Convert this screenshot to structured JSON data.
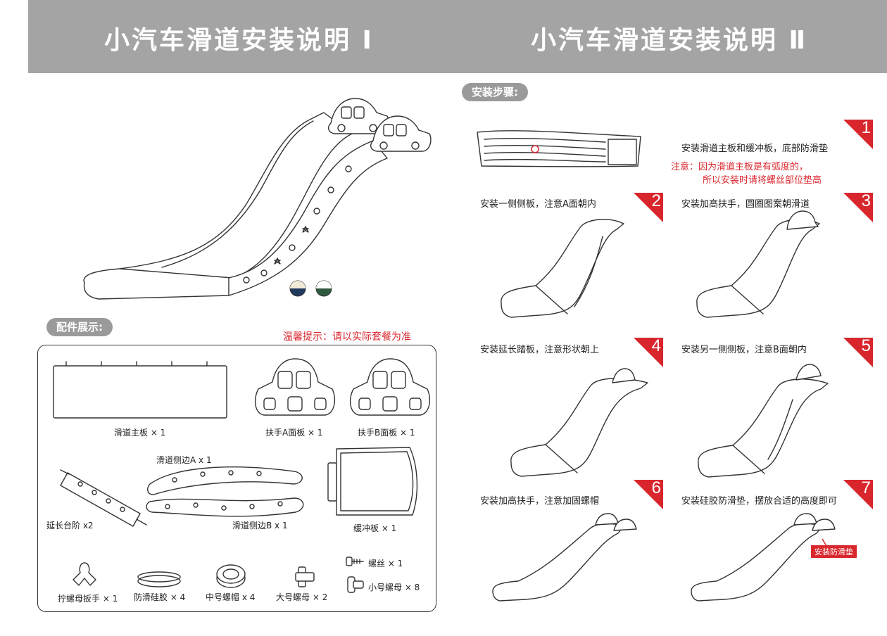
{
  "header": {
    "title_left": "小汽车滑道安装说明 Ⅰ",
    "title_right": "小汽车滑道安装说明 Ⅱ"
  },
  "colors": {
    "banner": "#a4a4a4",
    "accent_red": "#d9262d",
    "swatch_navy": "#1f3a5c",
    "swatch_green": "#2f5a3e"
  },
  "parts": {
    "section_label": "配件展示:",
    "tip": "温馨提示：请以实际套餐为准",
    "items": [
      {
        "label": "滑道主板 × 1"
      },
      {
        "label": "扶手A面板 × 1"
      },
      {
        "label": "扶手B面板 × 1"
      },
      {
        "label": "滑道侧边A x 1"
      },
      {
        "label": "延长台阶 x2"
      },
      {
        "label": "滑道侧边B x 1"
      },
      {
        "label": "缓冲板 × 1"
      },
      {
        "label": "拧螺母扳手 × 1"
      },
      {
        "label": "防滑硅胶 × 4"
      },
      {
        "label": "中号螺帽 x 4"
      },
      {
        "label": "大号螺母 × 2"
      },
      {
        "label": "螺丝 × 1"
      },
      {
        "label": "小号螺母 × 8"
      }
    ]
  },
  "steps": {
    "section_label": "安装步骤:",
    "items": [
      {
        "num": "1",
        "text": "安装滑道主板和缓冲板，底部防滑垫"
      },
      {
        "num": "2",
        "text": "安装一侧侧板，注意A面朝内"
      },
      {
        "num": "3",
        "text": "安装加高扶手，圆圈图案朝滑道"
      },
      {
        "num": "4",
        "text": "安装延长踏板，注意形状朝上"
      },
      {
        "num": "5",
        "text": "安装另一侧侧板，注意B面朝内"
      },
      {
        "num": "6",
        "text": "安装加高扶手，注意加固螺帽"
      },
      {
        "num": "7",
        "text": "安装硅胶防滑垫，摆放合适的高度即可"
      }
    ],
    "note_line1": "注意：因为滑道主板是有弧度的，",
    "note_line2": "所以安装时请将螺丝部位垫高",
    "pad_tag": "安装防滑垫"
  }
}
